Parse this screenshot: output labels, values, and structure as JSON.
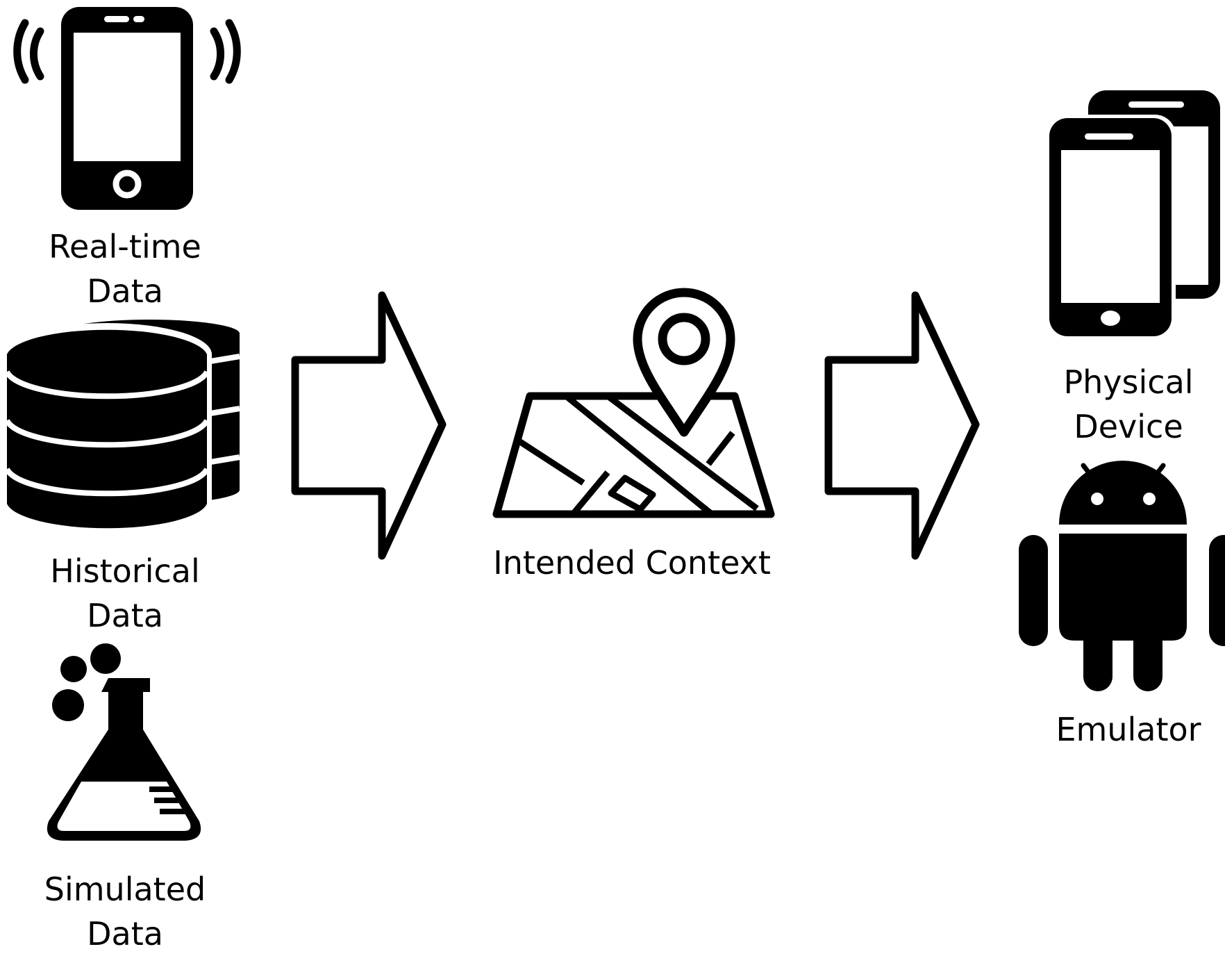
{
  "diagram": {
    "sources": [
      {
        "icon": "smartphone-signal-icon",
        "lines": [
          "Real-time",
          "Data"
        ]
      },
      {
        "icon": "database-icon",
        "lines": [
          "Historical",
          "Data"
        ]
      },
      {
        "icon": "flask-icon",
        "lines": [
          "Simulated",
          "Data"
        ]
      }
    ],
    "center": {
      "icon": "map-pin-icon",
      "label": "Intended Context"
    },
    "targets": [
      {
        "icon": "smartphones-icon",
        "lines": [
          "Physical",
          "Device"
        ]
      },
      {
        "icon": "android-icon",
        "lines": [
          "Emulator"
        ]
      }
    ],
    "arrows": [
      "arrow-right-icon",
      "arrow-right-icon"
    ],
    "colors": {
      "ink": "#000000",
      "background": "#ffffff"
    }
  }
}
